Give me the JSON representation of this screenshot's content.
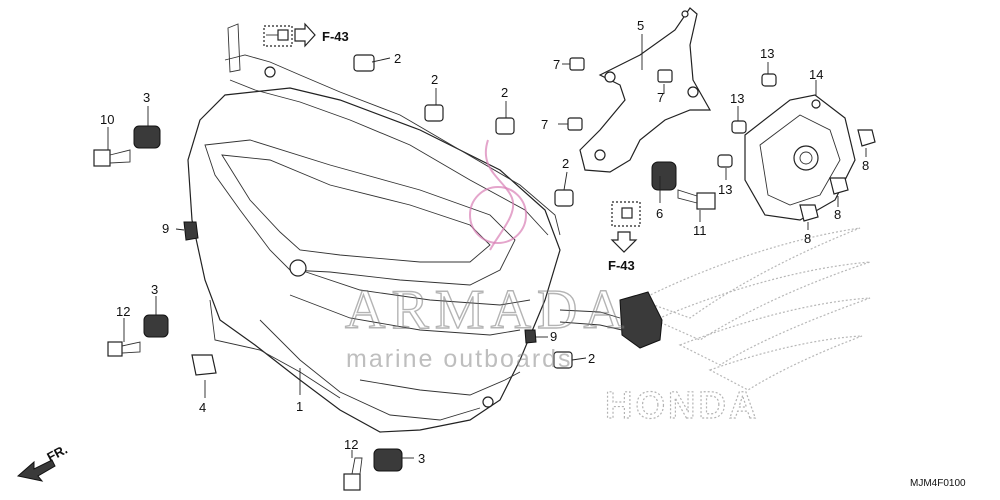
{
  "diagram": {
    "ref_labels": {
      "top": "F-43",
      "right": "F-43"
    },
    "front_label": "FR.",
    "part_code": "MJM4F0100",
    "watermark": {
      "name": "ARMADA",
      "tagline": "marine outboards"
    },
    "brand": "HONDA",
    "callouts": {
      "c1": "1",
      "c2a": "2",
      "c2b": "2",
      "c2c": "2",
      "c2d": "2",
      "c2e": "2",
      "c3a": "3",
      "c3b": "3",
      "c3c": "3",
      "c4": "4",
      "c5": "5",
      "c6": "6",
      "c7a": "7",
      "c7b": "7",
      "c7c": "7",
      "c8a": "8",
      "c8b": "8",
      "c8c": "8",
      "c9a": "9",
      "c9b": "9",
      "c10": "10",
      "c11": "11",
      "c12a": "12",
      "c12b": "12",
      "c13a": "13",
      "c13b": "13",
      "c13c": "13",
      "c14": "14"
    }
  }
}
